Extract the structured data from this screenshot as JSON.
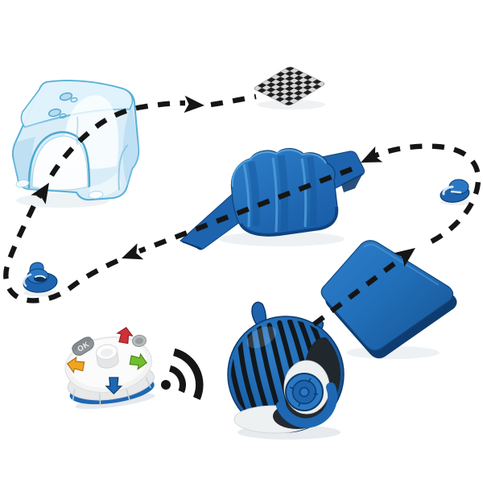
{
  "meta": {
    "description": "Toy robot obstacle-course set: dashed route connects a bug robot, ramps, rings, a transparent tunnel and a checkered finish mat; a round remote control sends a wireless signal to the robot",
    "background": "#ffffff"
  },
  "colors": {
    "bg": "#ffffff",
    "ink": "#151515",
    "blue": "#1e67b2",
    "blue_light": "#2a78c4",
    "blue_mid": "#1d63ae",
    "blue_deep": "#0d3a6b",
    "tunnel_edge": "#55afd5",
    "checker_dark": "#1f1f1f",
    "checker_light": "#d6d6d6",
    "white_plastic": "#f2f3f2",
    "red": "#d13038",
    "yellow": "#f1a51f",
    "green": "#72bf2e",
    "gray": "#8e9498"
  },
  "route": {
    "style": "black dashed arrows",
    "arrowhead_count": 5,
    "sequence": [
      "bug-robot",
      "wedge-ramp",
      "ring-right",
      "bump-obstacle",
      "ring-left",
      "tunnel",
      "finish-tile"
    ]
  },
  "items": {
    "tunnel": {
      "label": "transparent blue tunnel"
    },
    "finish_tile": {
      "label": "black and white checkered finish mat",
      "rows": 8,
      "cols": 8
    },
    "bump_obstacle": {
      "label": "blue wavy bump obstacle with side ramps"
    },
    "ring_right": {
      "label": "small blue cone ring"
    },
    "ring_left": {
      "label": "small blue cone ring"
    },
    "wedge_ramp": {
      "label": "blue wedge ramp"
    },
    "remote": {
      "label": "round remote control",
      "ok_label": "OK",
      "buttons": [
        "ok",
        "forward",
        "left",
        "right",
        "back",
        "mode",
        "center-knob"
      ]
    },
    "signal": {
      "label": "wireless signal waves"
    },
    "robot": {
      "label": "blue beetle robot with antennae and side wheel"
    }
  }
}
